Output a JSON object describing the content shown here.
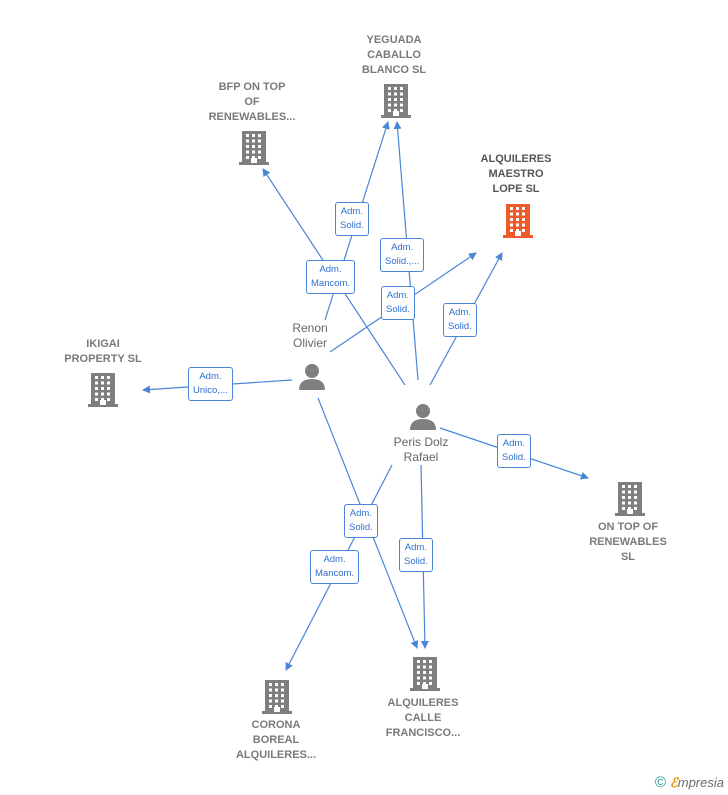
{
  "colors": {
    "edge": "#4a86d8",
    "building": "#7f7f7f",
    "building_highlight": "#f05a28",
    "person": "#7f7f7f"
  },
  "companies": {
    "yeguada": "YEGUADA\nCABALLO\nBLANCO  SL",
    "bfp": "BFP ON TOP\nOF\nRENEWABLES...",
    "alquileres_maestro": "ALQUILERES\nMAESTRO\nLOPE  SL",
    "ikigai": "IKIGAI\nPROPERTY  SL",
    "on_top": "ON TOP OF\nRENEWABLES\nSL",
    "corona": "CORONA\nBOREAL\nALQUILERES...",
    "alquileres_calle": "ALQUILERES\nCALLE\nFRANCISCO..."
  },
  "persons": {
    "renon": "Renon\nOlivier",
    "peris": "Peris Dolz\nRafael"
  },
  "edges": {
    "e1": "Adm.\nSolid.",
    "e2": "Adm.\nMancom.",
    "e3": "Adm.\nSolid.,...",
    "e4": "Adm.\nSolid.",
    "e5": "Adm.\nSolid.",
    "e6": "Adm.\nUnico,...",
    "e7": "Adm.\nSolid.",
    "e8": "Adm.\nSolid.",
    "e9": "Adm.\nMancom.",
    "e10": "Adm.\nSolid."
  },
  "footer": {
    "copyright": "©",
    "brand_e": "ℰ",
    "brand_rest": "mpresia"
  }
}
